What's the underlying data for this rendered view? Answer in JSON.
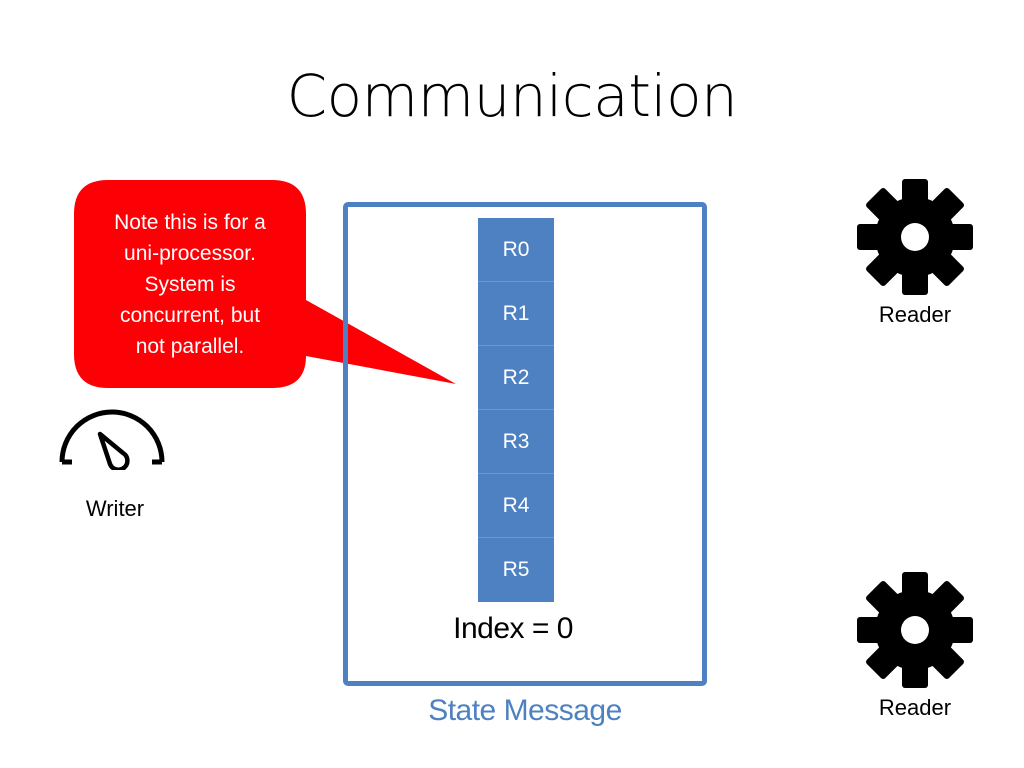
{
  "slide": {
    "title": "Communication"
  },
  "callout": {
    "lines": [
      "Note this is for a",
      "uni-processor.",
      "System is",
      "concurrent, but",
      "not parallel."
    ],
    "color": "#fd0006"
  },
  "state": {
    "registers": [
      "R0",
      "R1",
      "R2",
      "R3",
      "R4",
      "R5"
    ],
    "index_text": "Index = 0",
    "caption": "State Message",
    "accent": "#4e81c2"
  },
  "writer": {
    "label": "Writer",
    "icon": "gauge-icon"
  },
  "readers": [
    {
      "label": "Reader",
      "icon": "gear-icon"
    },
    {
      "label": "Reader",
      "icon": "gear-icon"
    }
  ]
}
